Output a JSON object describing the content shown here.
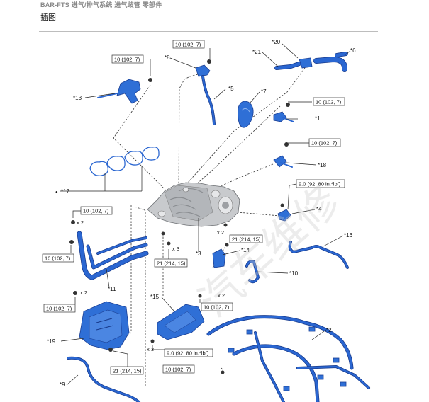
{
  "header": {
    "breadcrumb": "BAR-FTS 进气/排气系统 进气歧管 零部件",
    "section_title": "插图"
  },
  "callouts": {
    "c1": "*1",
    "c2": "*2",
    "c4": "*4",
    "c5": "*5",
    "c6": "*6",
    "c7": "*7",
    "c8": "*8",
    "c9": "*9",
    "c10": "*10",
    "c11": "*11",
    "c13": "*13",
    "c14": "*14",
    "c15": "*15",
    "c16": "*16",
    "c17": "*17",
    "c18": "*18",
    "c19": "*19",
    "c20": "*20",
    "c21": "*21",
    "c3": "*3"
  },
  "torque": {
    "t10": "10 (102, 7)",
    "t9": "9.0 (92, 80 in.*lbf)",
    "t21": "21 (214, 15)"
  },
  "multipliers": {
    "x2": "x 2",
    "x3": "x 3"
  },
  "marks": {
    "bullet": "●"
  },
  "watermark": {
    "text": "汽车维修"
  },
  "colors": {
    "part_blue": "#2f6fd6",
    "part_blue_dark": "#17398a",
    "manifold_gray": "#c7c9cc"
  }
}
